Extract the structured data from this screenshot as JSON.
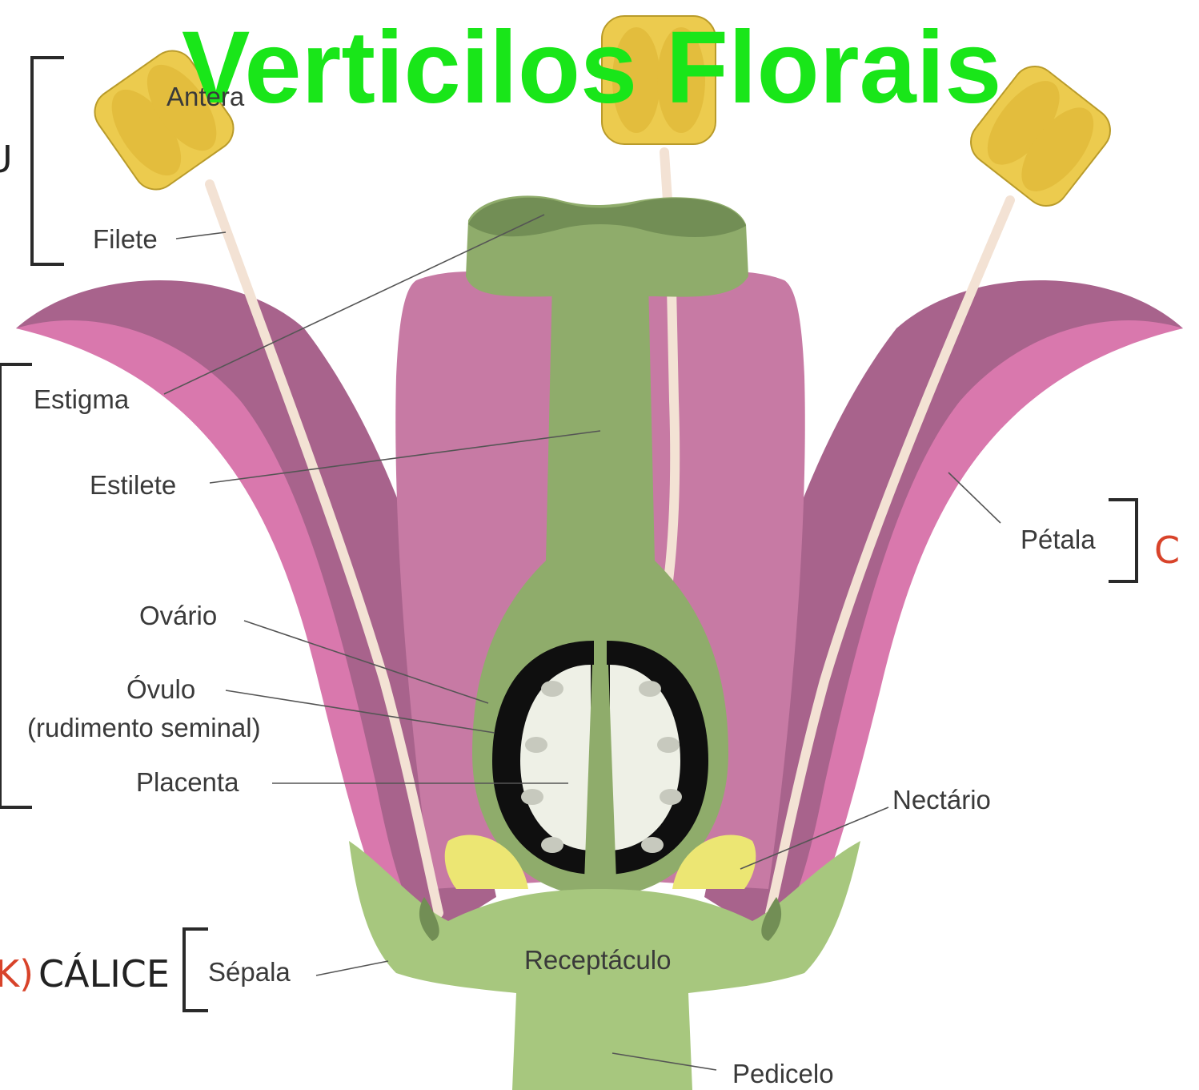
{
  "title": "Verticilos Florais",
  "labels": {
    "antera": "Antera",
    "filete": "Filete",
    "estigma": "Estigma",
    "estilete": "Estilete",
    "ovario": "Ovário",
    "ovulo": "Óvulo",
    "ovulo_note": "(rudimento seminal)",
    "placenta": "Placenta",
    "nectario": "Nectário",
    "petala": "Pétala",
    "sepala": "Sépala",
    "receptaculo": "Receptáculo",
    "pedicelo": "Pedicelo"
  },
  "groups": {
    "calice_prefix": "K)",
    "calice": "CÁLICE",
    "corola_partial": "C",
    "androceu_partial": "U"
  },
  "colors": {
    "petal_dark": "#a8638c",
    "petal_light": "#d978ad",
    "petal_inner": "#c77aa4",
    "pistil": "#8fac6b",
    "stigma_top": "#728e55",
    "receptacle": "#a7c77e",
    "anther": "#eccb4e",
    "filament": "#f3e2d4",
    "nectary": "#ece673",
    "ovule_black": "#0f0f0f",
    "ovule_white": "#eef0e6",
    "title": "#19e619",
    "group_red": "#d8432a"
  }
}
